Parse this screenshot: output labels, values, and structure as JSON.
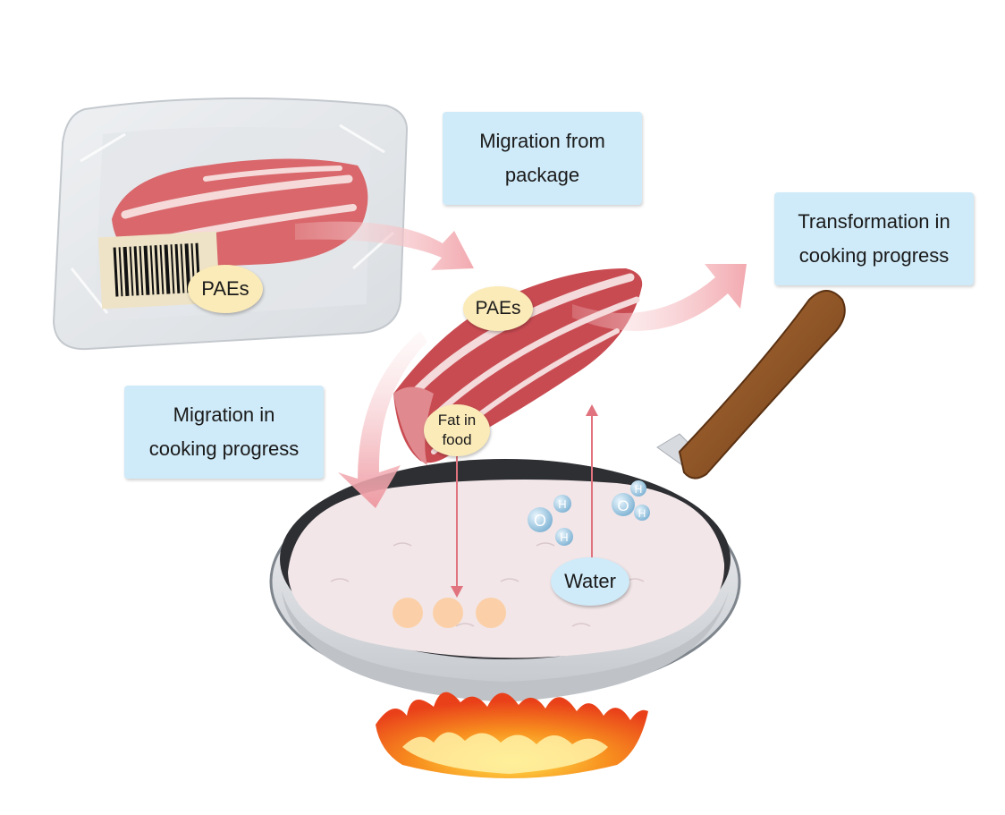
{
  "labels": {
    "migration_from_package": [
      "Migration from",
      "package"
    ],
    "transformation": [
      "Transformation in",
      "cooking progress"
    ],
    "migration_in_cooking": [
      "Migration in",
      "cooking progress"
    ]
  },
  "bubbles": {
    "paes_package": "PAEs",
    "paes_bacon": "PAEs",
    "fat_in_food": [
      "Fat in",
      "food"
    ],
    "water": "Water"
  },
  "molecules": {
    "oxygen": "O",
    "hydrogen": "H"
  },
  "colors": {
    "label_bg": "#cfeaf8",
    "paes_bubble": "#fbebb9",
    "arrow_pink": "#f2b3b8",
    "arrow_line": "#e0737e",
    "fat_droplet": "#fbd0a8",
    "flame_outer": "#f25a1c",
    "flame_inner": "#fcc92a",
    "pan_handle": "#8a5226"
  }
}
